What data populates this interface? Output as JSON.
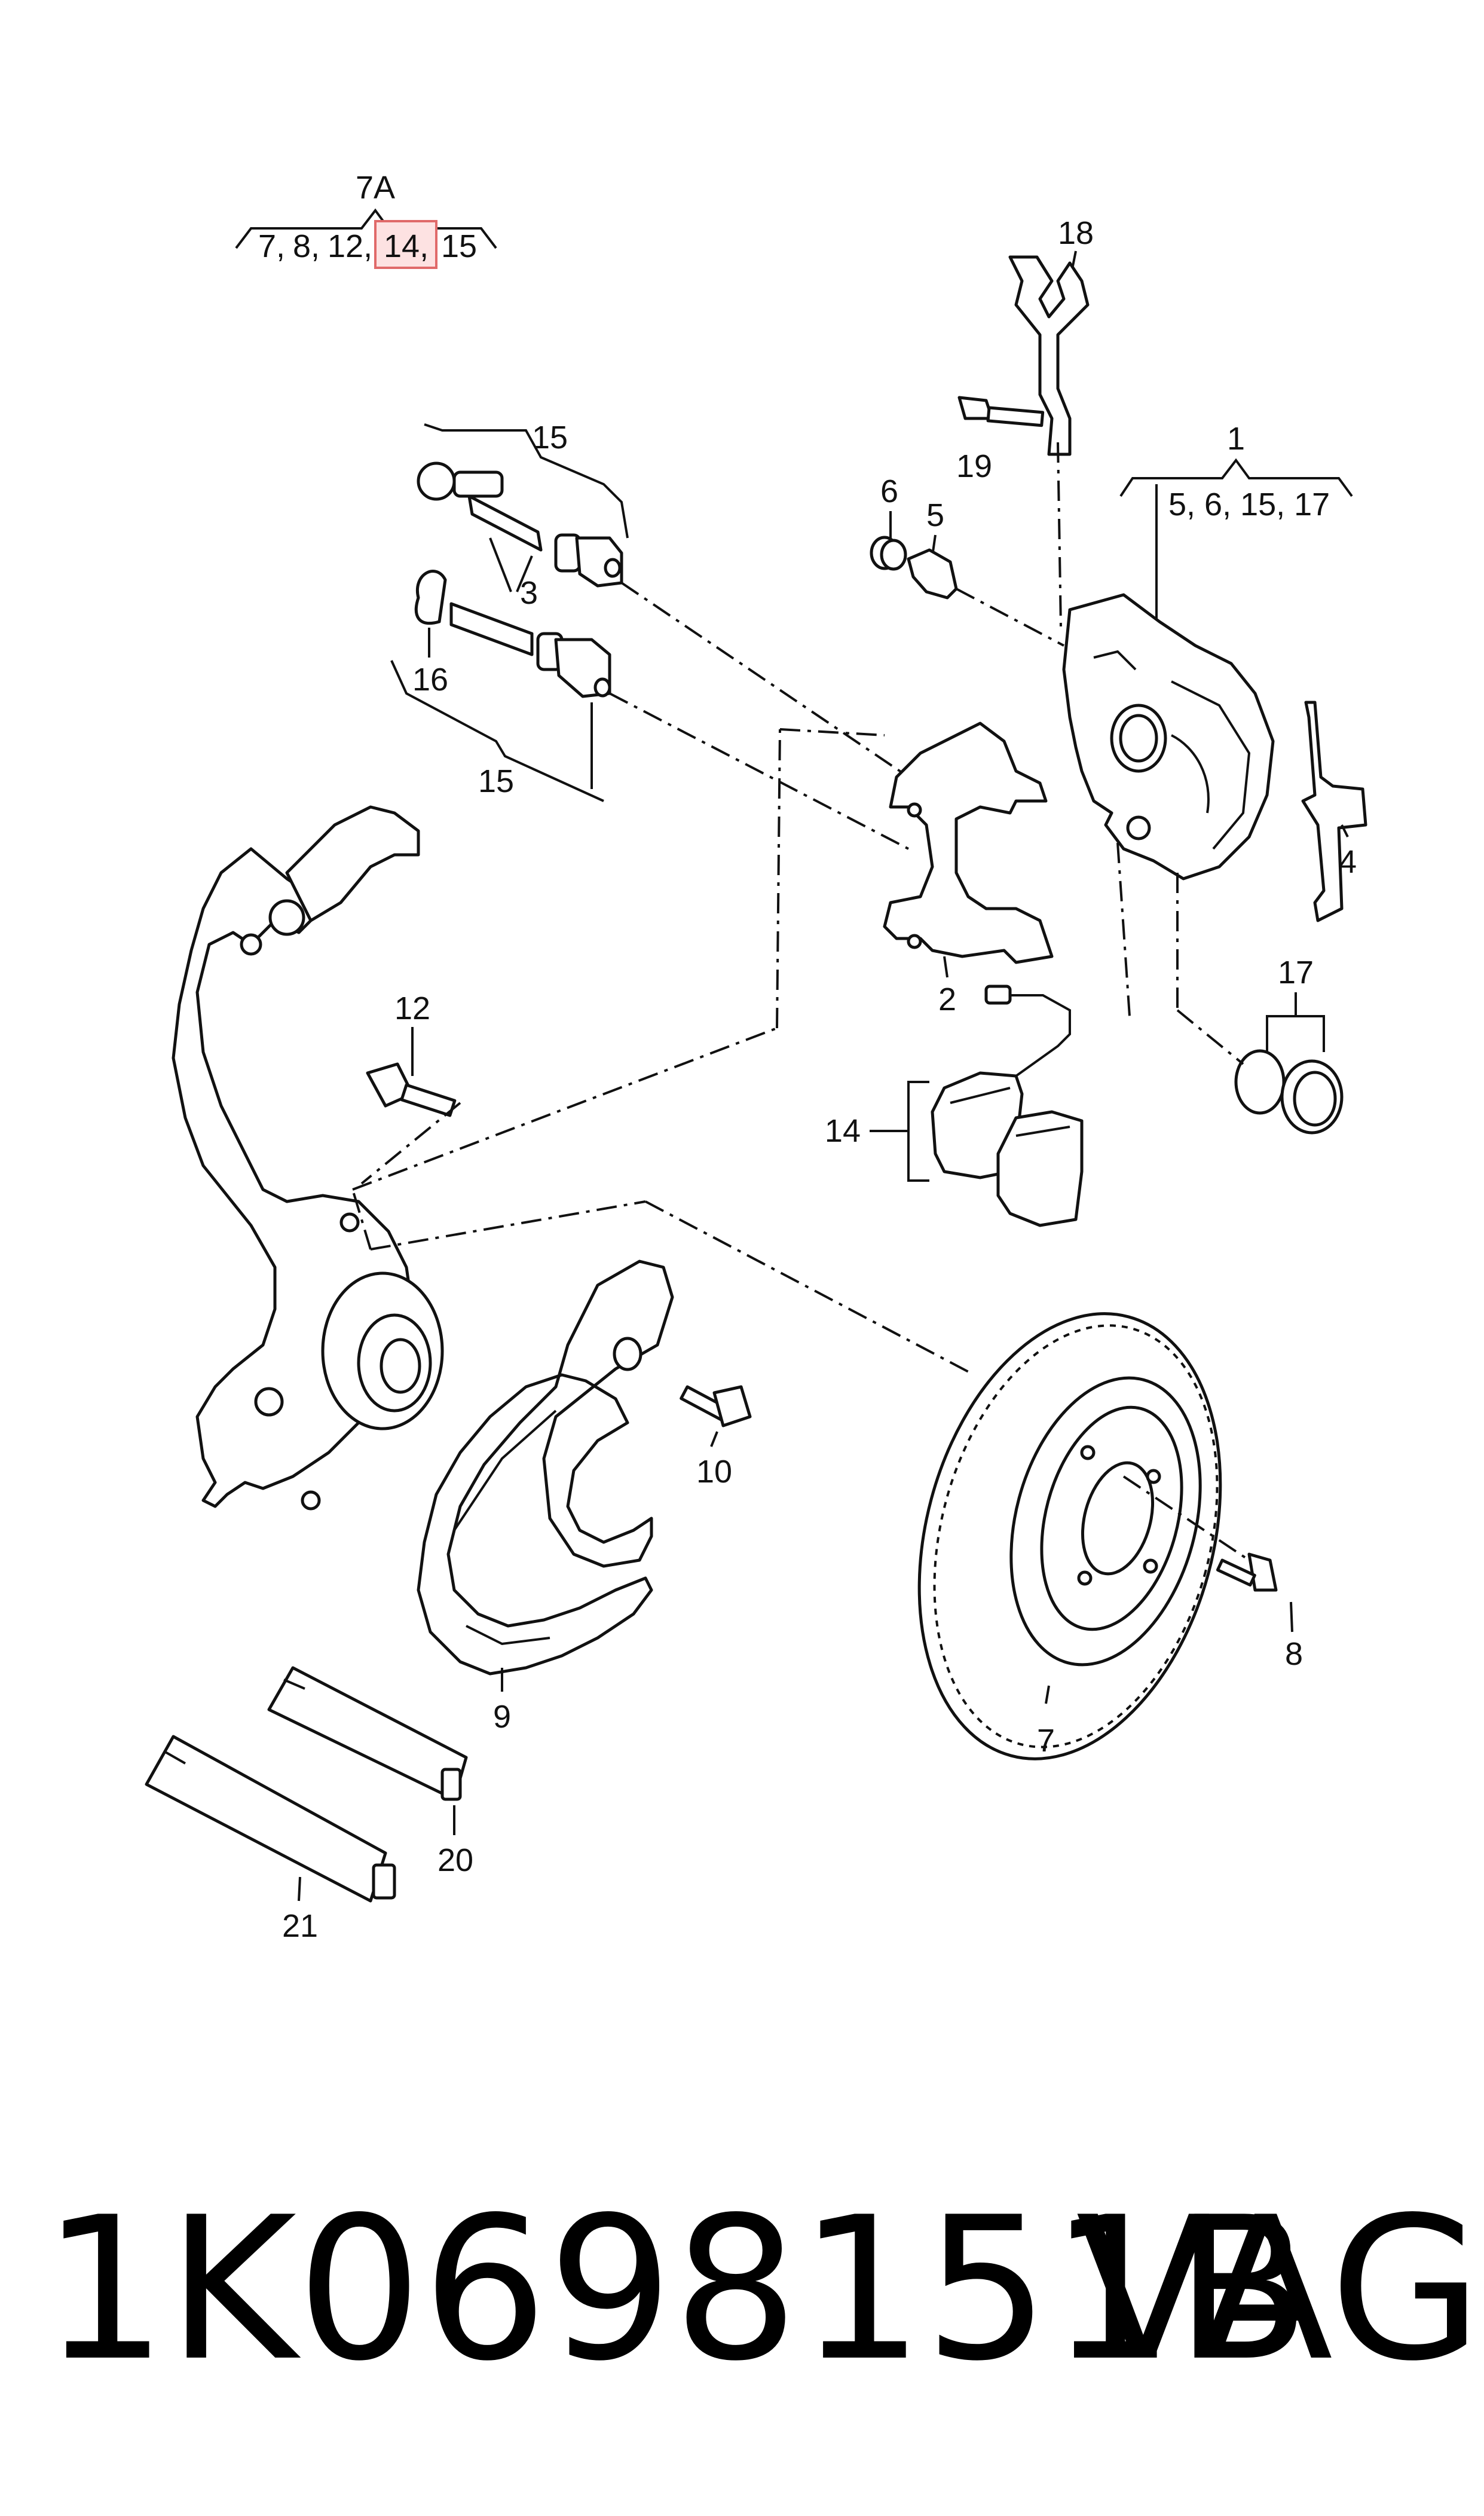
{
  "callouts": {
    "group_7a": {
      "label": "7A",
      "items": [
        "7,",
        "8,",
        "12,",
        "14,",
        "15"
      ],
      "highlighted": "14,"
    },
    "group_1": {
      "label": "1",
      "items": "5, 6, 15, 17"
    },
    "n2": "2",
    "n3": "3",
    "n4": "4",
    "n5": "5",
    "n6": "6",
    "n7": "7",
    "n8": "8",
    "n9": "9",
    "n10": "10",
    "n12": "12",
    "n14": "14",
    "n15_top": "15",
    "n15_bottom": "15",
    "n16": "16",
    "n17": "17",
    "n18": "18",
    "n19": "19",
    "n20": "20",
    "n21": "21"
  },
  "footer": {
    "part_number": "1K0698151B",
    "brand": "VAG"
  },
  "colors": {
    "highlight_fill": "#fde2e2",
    "highlight_border": "#e06a6a",
    "ink": "#111111"
  }
}
